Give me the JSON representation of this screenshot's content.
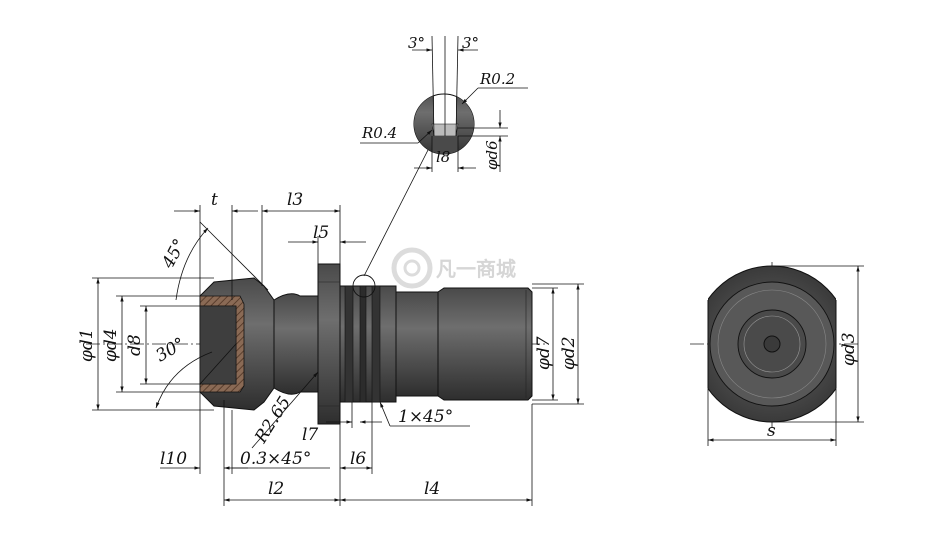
{
  "labels": {
    "t": "t",
    "l3": "l3",
    "l5": "l5",
    "angle_45": "45°",
    "angle_30": "30°",
    "d1": "φd1",
    "d4": "φd4",
    "d8": "d8",
    "d7": "φd7",
    "d2": "φd2",
    "d3": "φd3",
    "r265": "R2.65",
    "l7": "l7",
    "chamfer_1x45": "1×45°",
    "l10": "l10",
    "chamfer_03x45": "0.3×45°",
    "l6": "l6",
    "l2": "l2",
    "l4": "l4",
    "s": "s"
  },
  "detail": {
    "angle_left": "3°",
    "angle_right": "3°",
    "r02": "R0.2",
    "r04": "R0.4",
    "l8": "l8",
    "d6": "φd6"
  },
  "watermark": "凡一商城",
  "colors": {
    "metal_dark": "#3b3b3b",
    "metal_mid": "#5a5a5a",
    "metal_light": "#7a7a7a",
    "hatch": "#6b4a3a",
    "line": "#111111"
  }
}
